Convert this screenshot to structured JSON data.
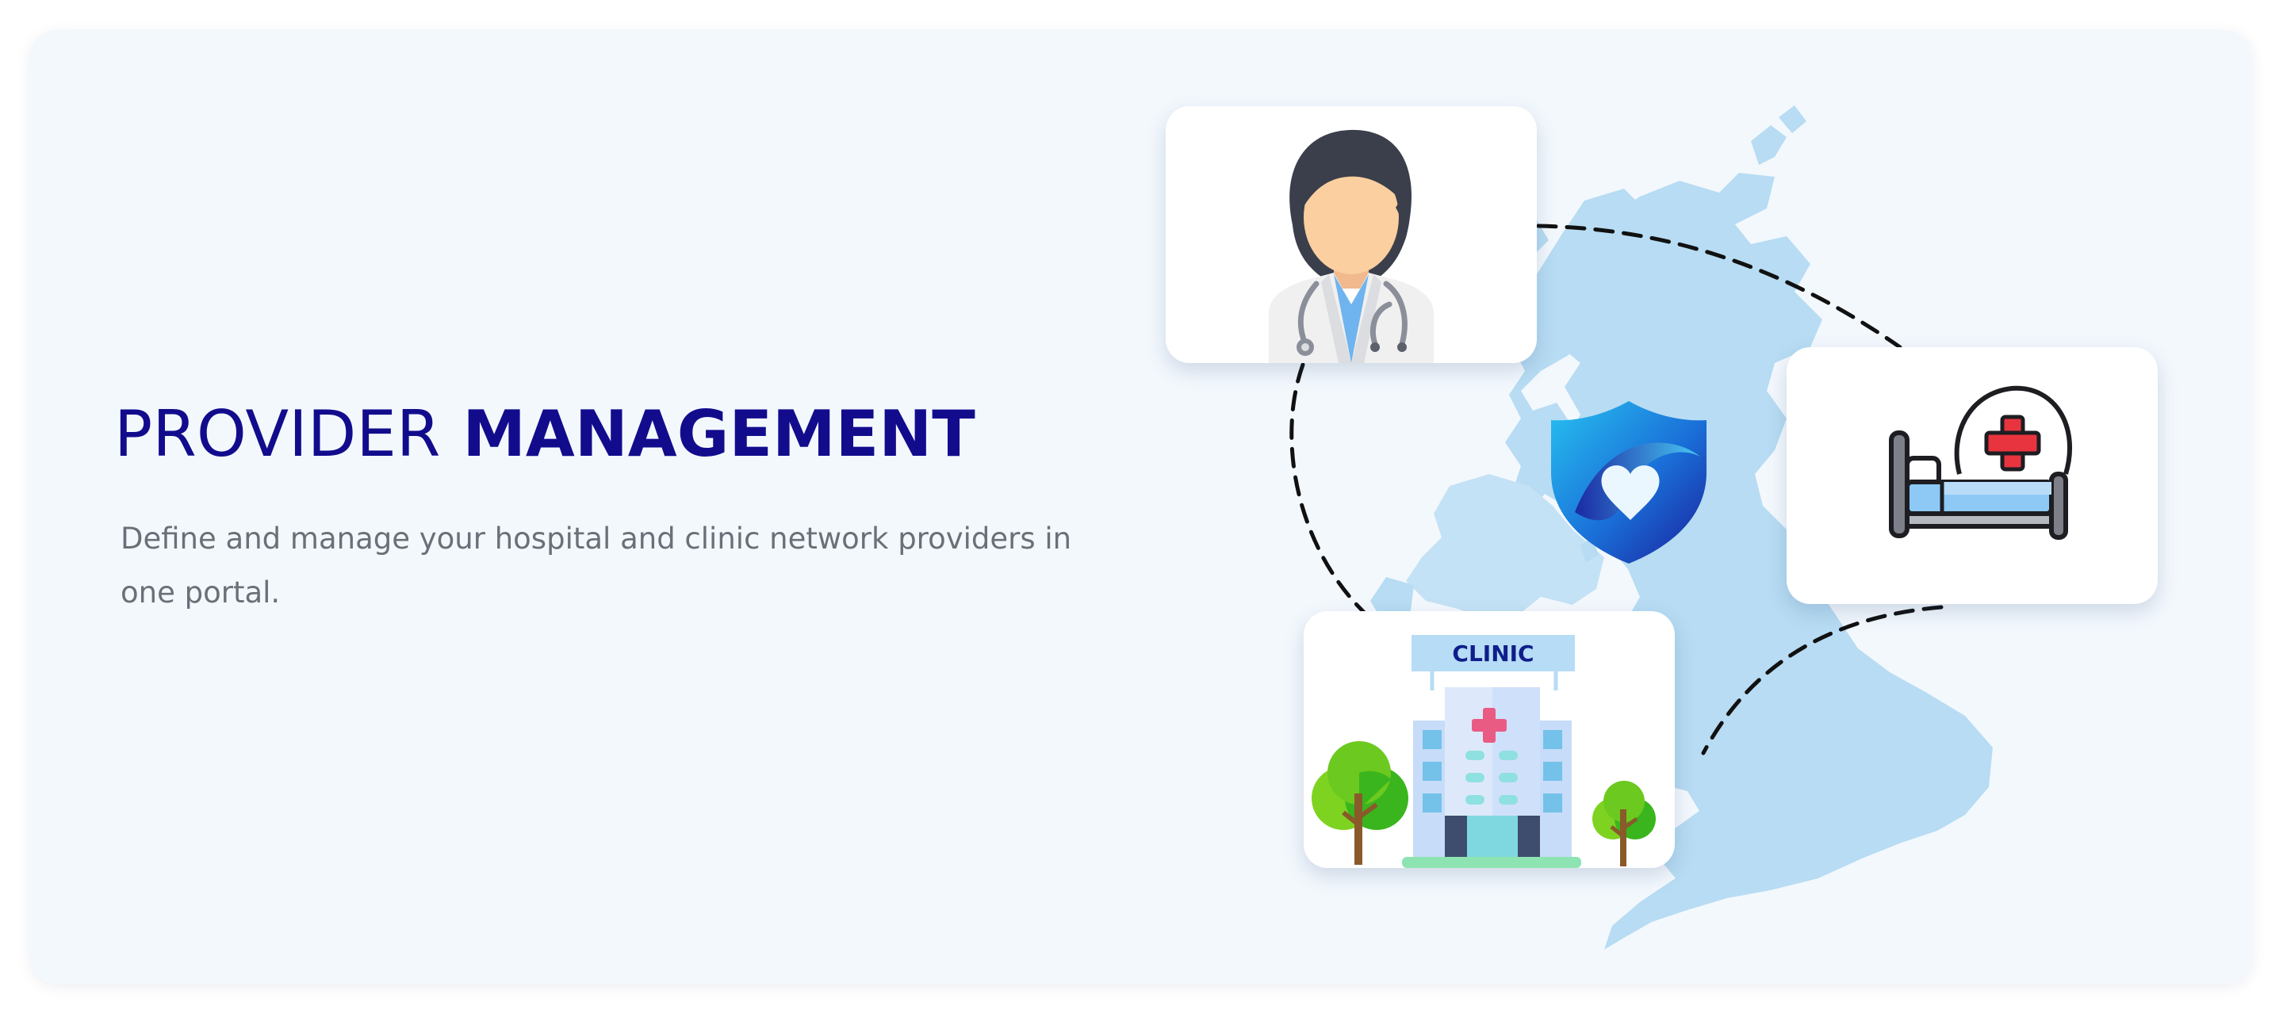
{
  "heading": {
    "light": "PROVIDER",
    "bold": "MANAGEMENT"
  },
  "description": "Define and manage your hospital and clinic network providers in one portal.",
  "illustration": {
    "clinic_sign": "CLINIC",
    "icons": [
      "doctor-icon",
      "hospital-bed-icon",
      "clinic-building-icon",
      "shield-heart-logo",
      "uk-map"
    ],
    "colors": {
      "heading": "#120c8d",
      "map": "#b7dcf3",
      "shield_dark": "#1a1f9c",
      "shield_light": "#27c1f0",
      "cross": "#e8343f"
    }
  }
}
